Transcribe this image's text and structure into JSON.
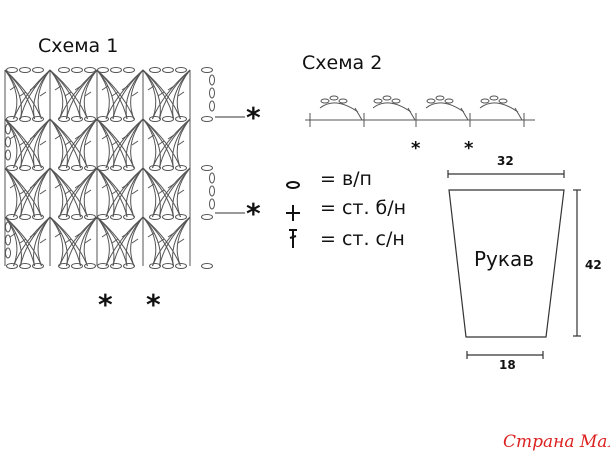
{
  "scheme1": {
    "title": "Схема 1",
    "marker": "*"
  },
  "scheme2": {
    "title": "Схема 2",
    "marker": "*"
  },
  "legend": [
    {
      "icon": "chain-stitch-icon",
      "text": "= в/п"
    },
    {
      "icon": "single-crochet-icon",
      "text": "= ст. б/н"
    },
    {
      "icon": "double-crochet-icon",
      "text": "= ст. с/н"
    }
  ],
  "sleeve": {
    "label": "Рукав",
    "top_width": "32",
    "bottom_width": "18",
    "height": "42"
  },
  "watermark": "Страна Мам"
}
